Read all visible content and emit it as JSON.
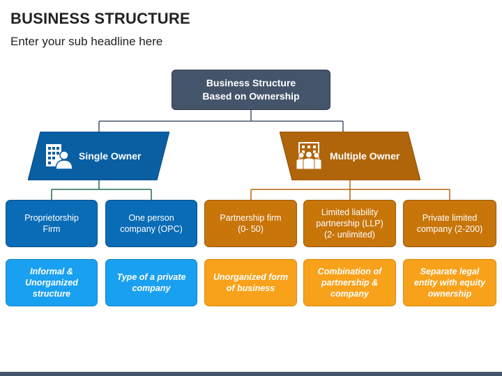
{
  "header": {
    "title": "BUSINESS STRUCTURE",
    "subtitle": "Enter your sub headline here"
  },
  "colors": {
    "root": "#44546a",
    "single_owner": "#0a5fa3",
    "multiple_owner": "#b0650a",
    "dark_blue": "#0a6cb6",
    "light_blue": "#1aa0f0",
    "dark_orange": "#c8750a",
    "light_orange": "#f8a11a"
  },
  "root": {
    "label": "Business Structure\nBased on Ownership"
  },
  "categories": [
    {
      "label": "Single Owner",
      "icon": "office-person-icon"
    },
    {
      "label": "Multiple Owner",
      "icon": "office-team-icon"
    }
  ],
  "types": [
    {
      "label": "Proprietorship\nFirm",
      "description": "Informal &\nUnorganized\nstructure"
    },
    {
      "label": "One person\ncompany (OPC)",
      "description": "Type of a private\ncompany"
    },
    {
      "label": "Partnership firm\n(0- 50)",
      "description": "Unorganized form\nof business"
    },
    {
      "label": "Limited liability\npartnership (LLP)\n(2- unlimited)",
      "description": "Combination of\npartnership &\ncompany"
    },
    {
      "label": "Private limited\ncompany (2-200)",
      "description": "Separate legal\nentity with equity\nownership"
    }
  ]
}
